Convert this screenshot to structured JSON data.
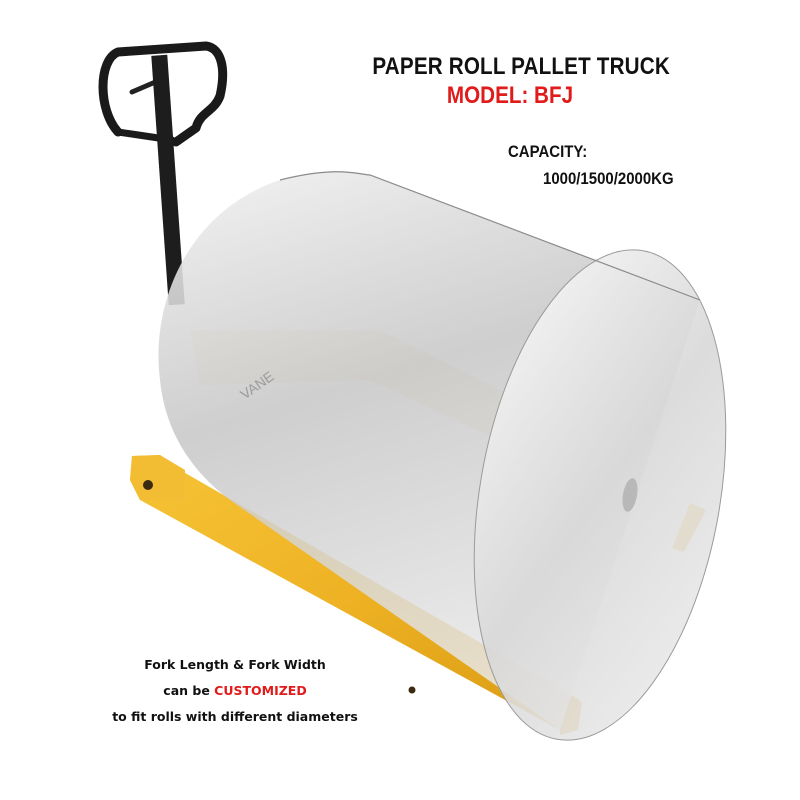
{
  "header": {
    "title": "PAPER ROLL PALLET TRUCK",
    "model": "MODEL: BFJ"
  },
  "capacity": {
    "label": "CAPACITY:",
    "value": "1000/1500/2000KG"
  },
  "note": {
    "line1": "Fork Length & Fork Width",
    "line2_prefix": "can be ",
    "line2_highlight": "CUSTOMIZED",
    "line3": "to fit rolls with different diameters"
  },
  "product": {
    "brand_mark": "VANE",
    "colors": {
      "frame_yellow": "#f0b429",
      "handle_black": "#1a1a1a",
      "roll_gray": "#cfcfcf",
      "accent_red": "#e11a1a"
    }
  }
}
